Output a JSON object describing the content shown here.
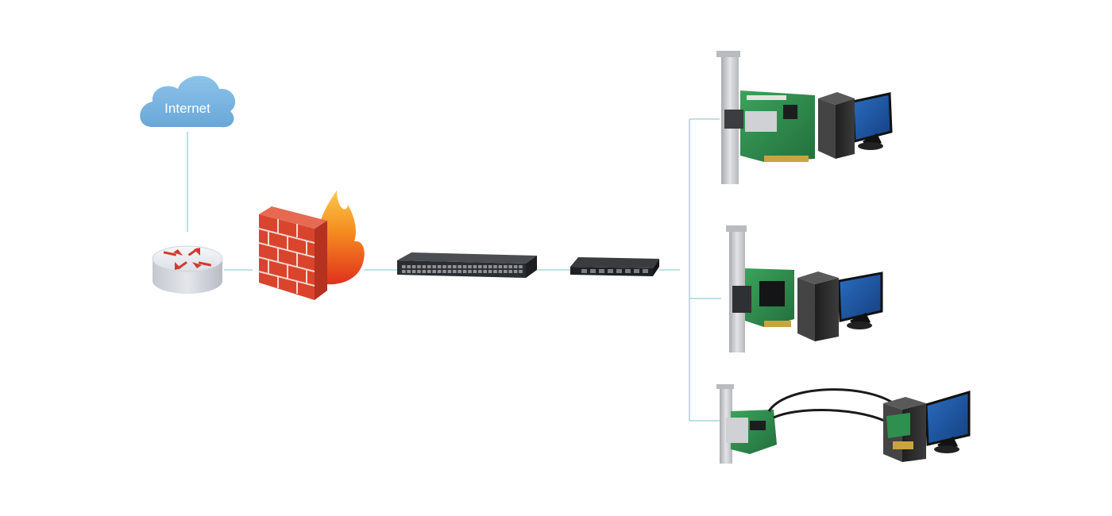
{
  "diagram": {
    "cloud_label": "Internet",
    "colors": {
      "link": "#a8d6df",
      "cloud": "#7db6e0",
      "router": "#e6e8ee",
      "brick": "#d8452c",
      "flame": "#f28a1e",
      "switch": "#2b2d31",
      "pcb": "#2f8f4e",
      "bracket": "#c9cacc",
      "monitor_screen": "#1e5aa8",
      "tower": "#2a2a2a"
    },
    "nodes": [
      {
        "id": "internet",
        "icon": "cloud-icon"
      },
      {
        "id": "router",
        "icon": "router-icon"
      },
      {
        "id": "firewall",
        "icon": "firewall-icon"
      },
      {
        "id": "core-switch",
        "icon": "rack-switch-icon"
      },
      {
        "id": "desktop-switch",
        "icon": "desktop-switch-icon"
      },
      {
        "id": "client-1",
        "icon": "fiber-nic-pc-icon"
      },
      {
        "id": "client-2",
        "icon": "fiber-nic-pc-icon"
      },
      {
        "id": "client-3",
        "icon": "mini-pcie-nic-pc-icon"
      }
    ]
  }
}
